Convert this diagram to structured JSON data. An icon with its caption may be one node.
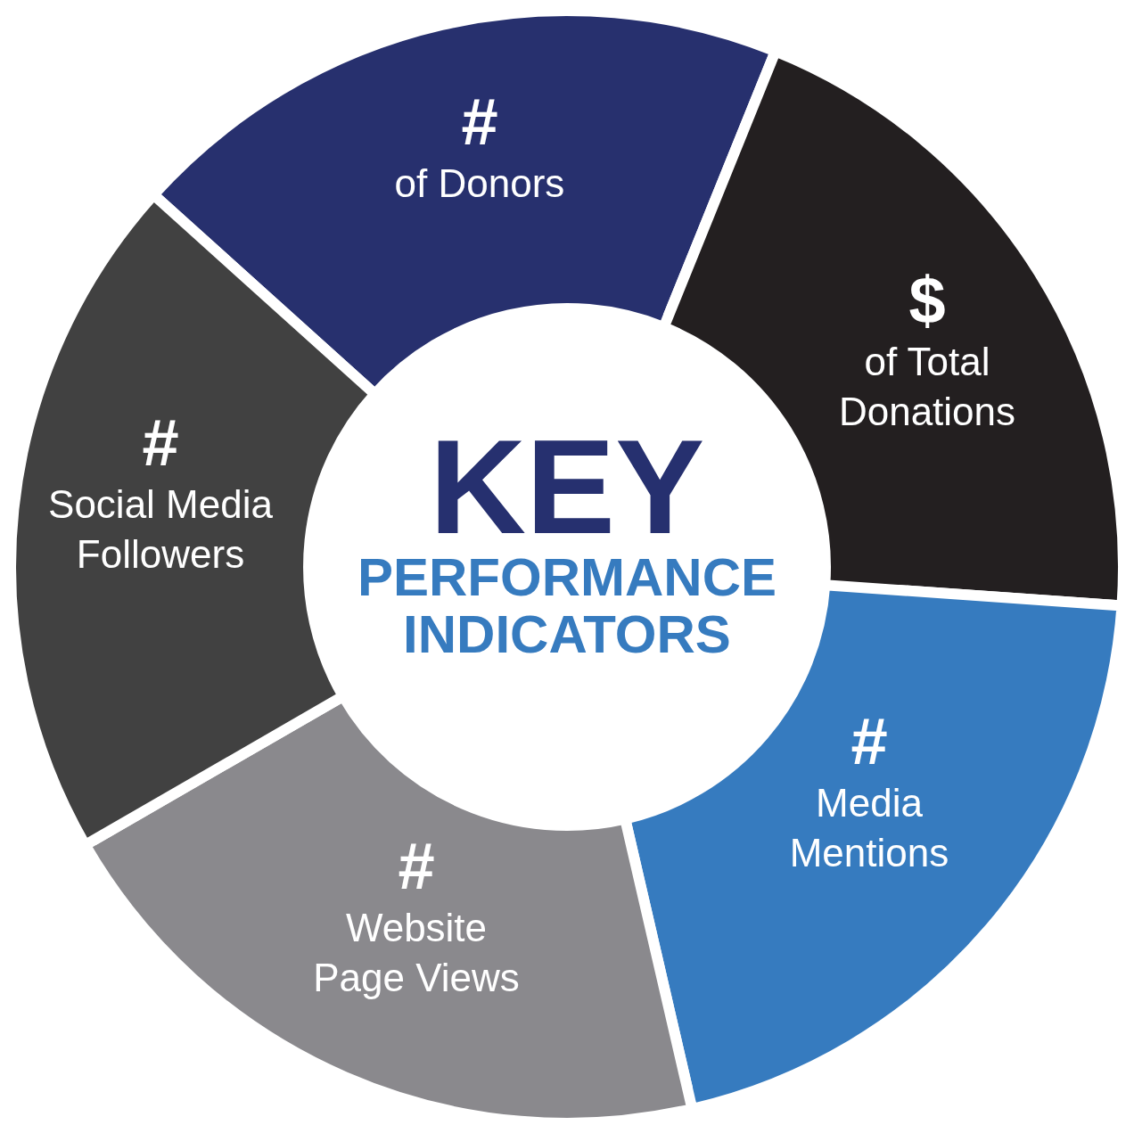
{
  "diagram": {
    "nodes": [
      {
        "text": [
          "KEY",
          "PERFORMANCE INDICATORS"
        ]
      },
      {
        "text": [
          "#",
          "of Donors"
        ]
      },
      {
        "text": [
          "$",
          "of Total Donations"
        ]
      },
      {
        "text": [
          "#",
          "Media Mentions"
        ]
      },
      {
        "text": [
          "#",
          "Website Page Views"
        ]
      },
      {
        "text": [
          "#",
          "Social Media Followers"
        ]
      }
    ]
  }
}
